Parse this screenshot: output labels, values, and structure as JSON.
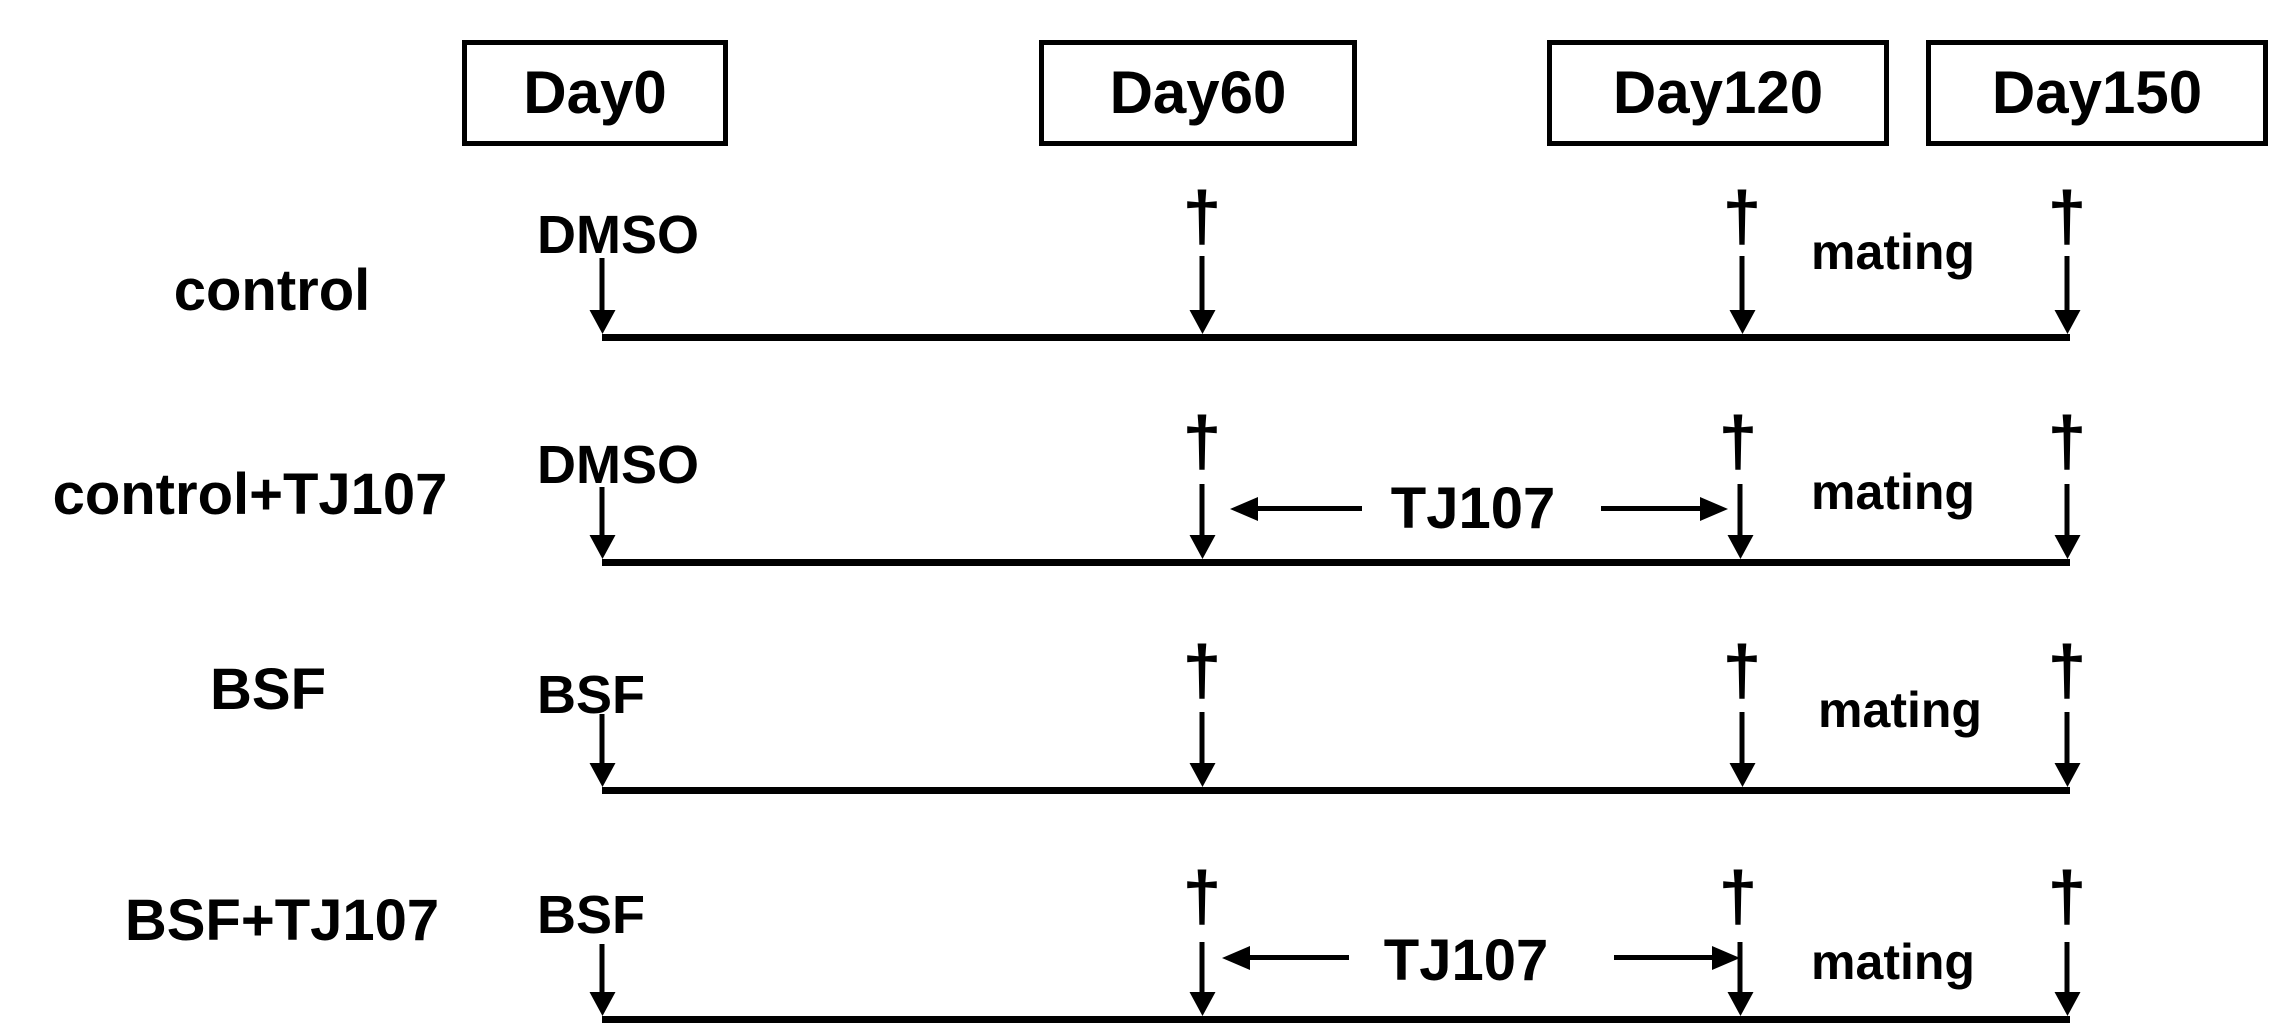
{
  "figure": {
    "background": "#ffffff",
    "ink_color": "#000000",
    "type": "experimental-timeline-diagram"
  },
  "timepoints": [
    {
      "label": "Day0"
    },
    {
      "label": "Day60"
    },
    {
      "label": "Day120"
    },
    {
      "label": "Day150"
    }
  ],
  "symbols": {
    "dagger": "†"
  },
  "rows": [
    {
      "group": "control",
      "treatment": "DMSO",
      "mating": "mating",
      "tj107": null,
      "dagger_timepoints": [
        "Day60",
        "Day120",
        "Day150"
      ]
    },
    {
      "group": "control+TJ107",
      "treatment": "DMSO",
      "mating": "mating",
      "tj107": "TJ107",
      "dagger_timepoints": [
        "Day60",
        "Day120",
        "Day150"
      ]
    },
    {
      "group": "BSF",
      "treatment": "BSF",
      "mating": "mating",
      "tj107": null,
      "dagger_timepoints": [
        "Day60",
        "Day120",
        "Day150"
      ]
    },
    {
      "group": "BSF+TJ107",
      "treatment": "BSF",
      "mating": "mating",
      "tj107": "TJ107",
      "dagger_timepoints": [
        "Day60",
        "Day120",
        "Day150"
      ]
    }
  ]
}
